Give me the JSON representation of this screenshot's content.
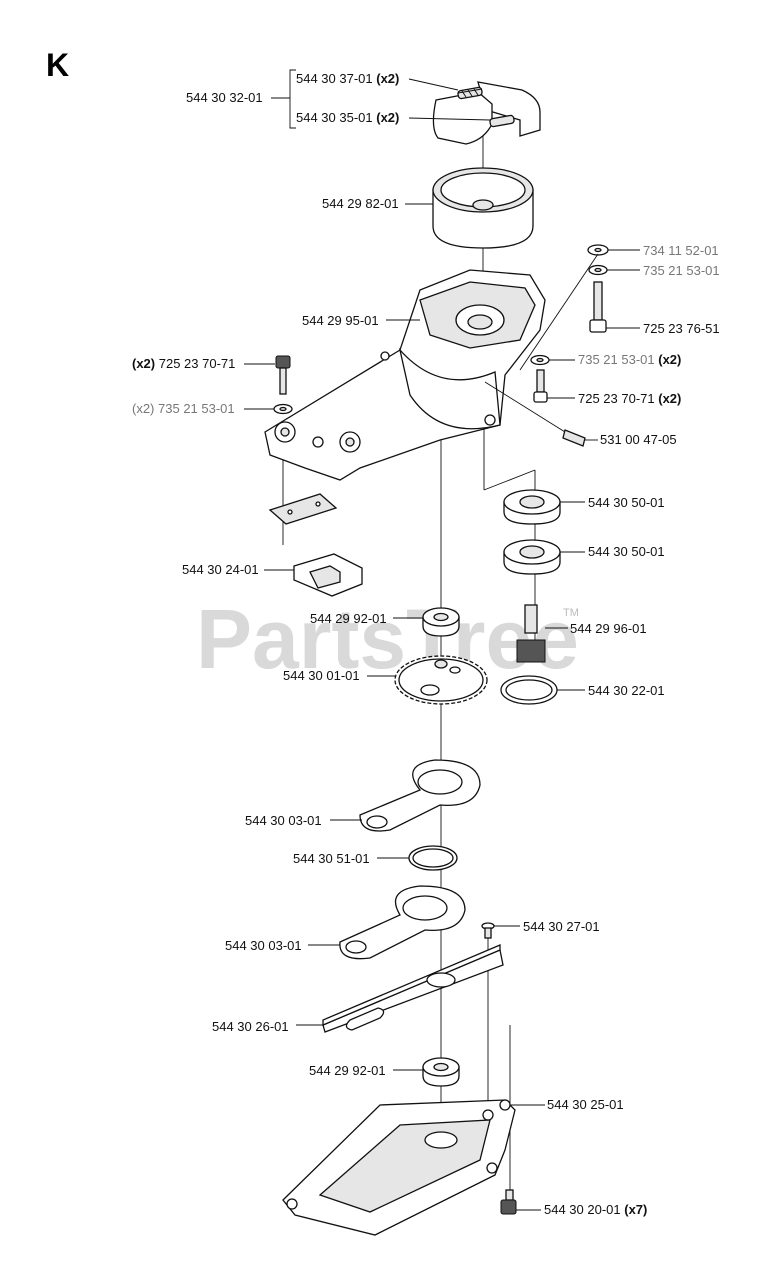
{
  "section": {
    "letter": "K"
  },
  "watermark": {
    "text": "PartsTree",
    "tm": "TM"
  },
  "callouts": [
    {
      "id": "c-544303201",
      "part_number": "544 30 32-01",
      "qty": "",
      "color": "#111111"
    },
    {
      "id": "c-544303701",
      "part_number": "544 30 37-01",
      "qty": "(x2)",
      "color": "#111111"
    },
    {
      "id": "c-544303501",
      "part_number": "544 30 35-01",
      "qty": "(x2)",
      "color": "#111111"
    },
    {
      "id": "c-544298201",
      "part_number": "544 29 82-01",
      "qty": "",
      "color": "#111111"
    },
    {
      "id": "c-734115201",
      "part_number": "734 11 52-01",
      "qty": "",
      "color": "#777777"
    },
    {
      "id": "c-735215301a",
      "part_number": "735 21 53-01",
      "qty": "",
      "color": "#777777"
    },
    {
      "id": "c-725237651",
      "part_number": "725 23 76-51",
      "qty": "",
      "color": "#111111"
    },
    {
      "id": "c-544299501",
      "part_number": "544 29 95-01",
      "qty": "",
      "color": "#111111"
    },
    {
      "id": "c-735215301b",
      "part_number": "735 21 53-01",
      "qty": "(x2)",
      "color": "#777777"
    },
    {
      "id": "c-725237071a",
      "part_number": "725 23 70-71",
      "qty": "(x2)",
      "color": "#111111"
    },
    {
      "id": "c-725237071b",
      "part_number": "725 23 70-71",
      "qty": "(x2)",
      "color": "#111111"
    },
    {
      "id": "c-735215301c",
      "part_number": "735 21 53-01",
      "qty": "(x2)",
      "color": "#777777"
    },
    {
      "id": "c-531004705",
      "part_number": "531 00 47-05",
      "qty": "",
      "color": "#111111"
    },
    {
      "id": "c-544305001a",
      "part_number": "544 30 50-01",
      "qty": "",
      "color": "#111111"
    },
    {
      "id": "c-544305001b",
      "part_number": "544 30 50-01",
      "qty": "",
      "color": "#111111"
    },
    {
      "id": "c-544302401",
      "part_number": "544 30 24-01",
      "qty": "",
      "color": "#111111"
    },
    {
      "id": "c-544299201a",
      "part_number": "544 29 92-01",
      "qty": "",
      "color": "#111111"
    },
    {
      "id": "c-544299601",
      "part_number": "544 29 96-01",
      "qty": "",
      "color": "#111111"
    },
    {
      "id": "c-544300101",
      "part_number": "544 30 01-01",
      "qty": "",
      "color": "#111111"
    },
    {
      "id": "c-544302201",
      "part_number": "544 30 22-01",
      "qty": "",
      "color": "#111111"
    },
    {
      "id": "c-544300301a",
      "part_number": "544 30 03-01",
      "qty": "",
      "color": "#111111"
    },
    {
      "id": "c-544305101",
      "part_number": "544 30 51-01",
      "qty": "",
      "color": "#111111"
    },
    {
      "id": "c-544300301b",
      "part_number": "544 30 03-01",
      "qty": "",
      "color": "#111111"
    },
    {
      "id": "c-544302701",
      "part_number": "544 30 27-01",
      "qty": "",
      "color": "#111111"
    },
    {
      "id": "c-544302601",
      "part_number": "544 30 26-01",
      "qty": "",
      "color": "#111111"
    },
    {
      "id": "c-544299201b",
      "part_number": "544 29 92-01",
      "qty": "",
      "color": "#111111"
    },
    {
      "id": "c-544302501",
      "part_number": "544 30 25-01",
      "qty": "",
      "color": "#111111"
    },
    {
      "id": "c-544302001",
      "part_number": "544 30 20-01",
      "qty": "(x7)",
      "color": "#111111"
    }
  ]
}
